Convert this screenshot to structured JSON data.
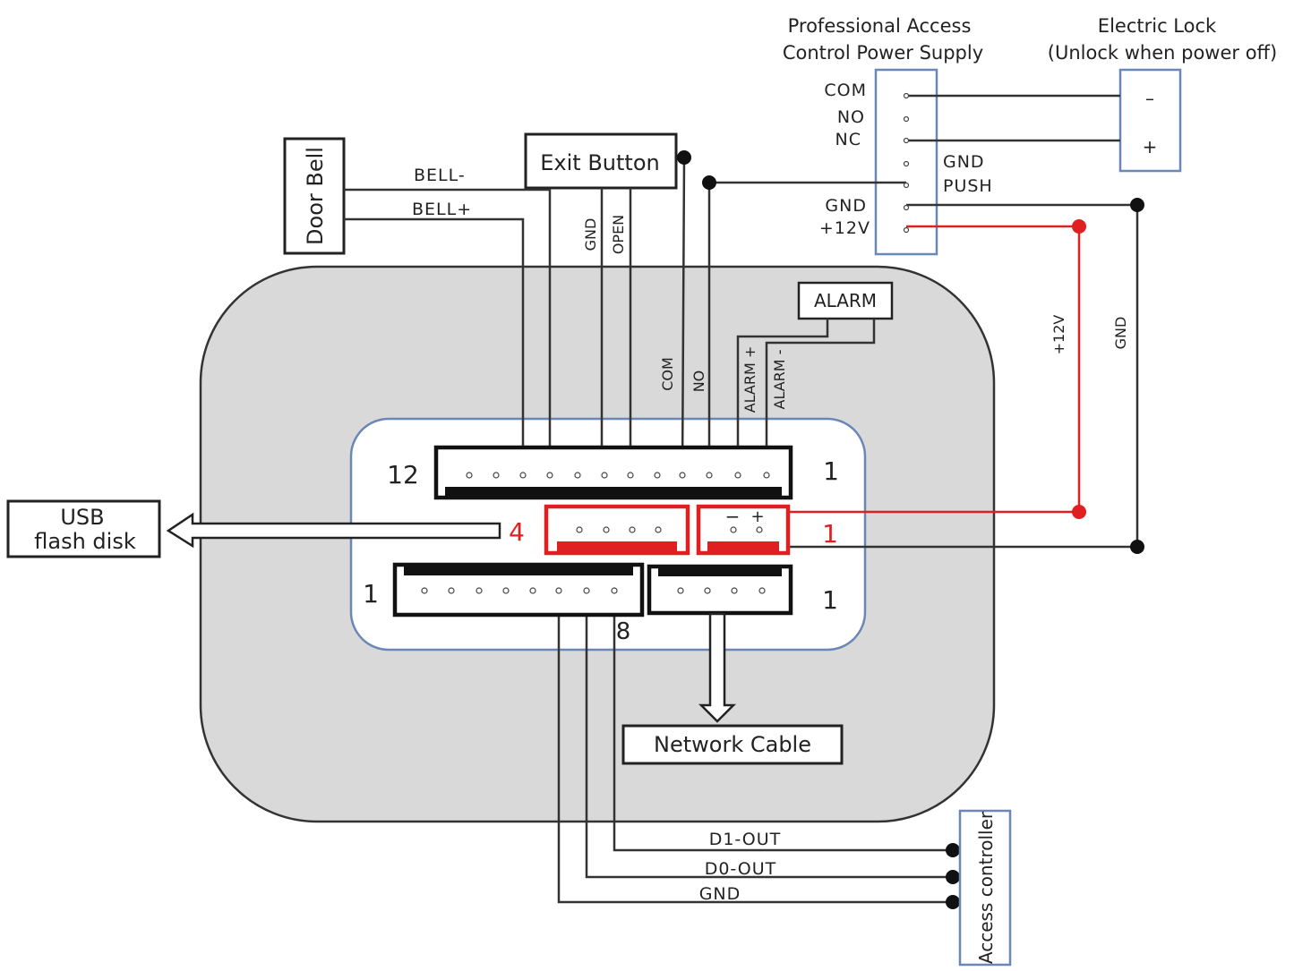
{
  "power_supply": {
    "title_line1": "Professional Access",
    "title_line2": "Control Power Supply",
    "left_labels": [
      "COM",
      "NO",
      "NC",
      "GND",
      "+12V"
    ],
    "right_labels": [
      "GND",
      "PUSH"
    ]
  },
  "electric_lock": {
    "title_line1": "Electric Lock",
    "title_line2": "(Unlock when power off)",
    "minus": "–",
    "plus": "+"
  },
  "door_bell": {
    "label": "Door Bell",
    "wire_minus": "BELL-",
    "wire_plus": "BELL+"
  },
  "exit_button": {
    "label": "Exit Button",
    "wire_gnd": "GND",
    "wire_open": "OPEN"
  },
  "alarm": {
    "label": "ALARM",
    "wire_plus": "ALARM +",
    "wire_minus": "ALARM -"
  },
  "relay": {
    "com": "COM",
    "no": "NO"
  },
  "rails": {
    "v12": "+12V",
    "gnd": "GND"
  },
  "connectors": {
    "top_left": "12",
    "top_right": "1",
    "mid_left": "4",
    "mid_right": "1",
    "bot_left": "1",
    "bot_pin8": "8",
    "bot_right": "1",
    "power_minus": "−",
    "power_plus": "+"
  },
  "usb": {
    "line1": "USB",
    "line2": "flash disk"
  },
  "network": {
    "label": "Network Cable"
  },
  "access_controller": {
    "label": "Access controller",
    "wires": [
      "D1-OUT",
      "D0-OUT",
      "GND"
    ]
  },
  "colors": {
    "red": "#e02020",
    "blue": "#6b87b8",
    "panel": "#d9d9d9"
  }
}
